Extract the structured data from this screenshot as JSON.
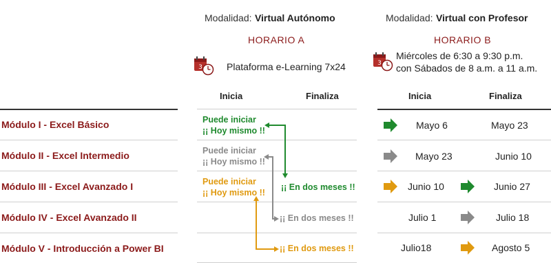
{
  "headers": {
    "a": {
      "modalidad_label": "Modalidad:",
      "modalidad_value": "Virtual Autónomo",
      "horario": "HORARIO A",
      "info": "Plataforma e-Learning 7x24"
    },
    "b": {
      "modalidad_label": "Modalidad:",
      "modalidad_value": "Virtual con Profesor",
      "horario": "HORARIO B",
      "info_line1": "Miércoles de 6:30 a 9:30 p.m.",
      "info_line2": "con Sábados de 8 a.m. a 11 a.m."
    }
  },
  "columns": {
    "a_start": "Inicia",
    "a_end": "Finaliza",
    "b_start": "Inicia",
    "b_end": "Finaliza"
  },
  "modules": [
    {
      "name": "Módulo I - Excel Básico",
      "a_start_l1": "Puede iniciar",
      "a_start_l2": "¡¡ Hoy mismo !!",
      "a_end": "",
      "b_start": "Mayo 6",
      "b_end": "Mayo 23"
    },
    {
      "name": "Módulo II - Excel Intermedio",
      "a_start_l1": "Puede iniciar",
      "a_start_l2": "¡¡ Hoy mismo !!",
      "a_end": "",
      "b_start": "Mayo 23",
      "b_end": "Junio 10"
    },
    {
      "name": "Módulo III - Excel Avanzado I",
      "a_start_l1": "Puede iniciar",
      "a_start_l2": "¡¡ Hoy mismo !!",
      "a_end": "¡¡ En dos meses !!",
      "b_start": "Junio 10",
      "b_end": "Junio 27"
    },
    {
      "name": "Módulo IV - Excel Avanzado II",
      "a_start_l1": "",
      "a_start_l2": "",
      "a_end": "¡¡ En dos meses !!",
      "b_start": "Julio 1",
      "b_end": "Julio 18"
    },
    {
      "name": "Módulo V - Introducción a Power BI",
      "a_start_l1": "",
      "a_start_l2": "",
      "a_end": "¡¡ En dos meses !!",
      "b_start": "Julio18",
      "b_end": "Agosto 5"
    }
  ],
  "colors": {
    "green": "#1f8a2e",
    "gray": "#8a8a8a",
    "orange": "#e09a10",
    "maroon": "#8b1a1a"
  },
  "icons": {
    "calendar": "calendar-clock-icon",
    "arrow": "right-arrow-icon"
  }
}
